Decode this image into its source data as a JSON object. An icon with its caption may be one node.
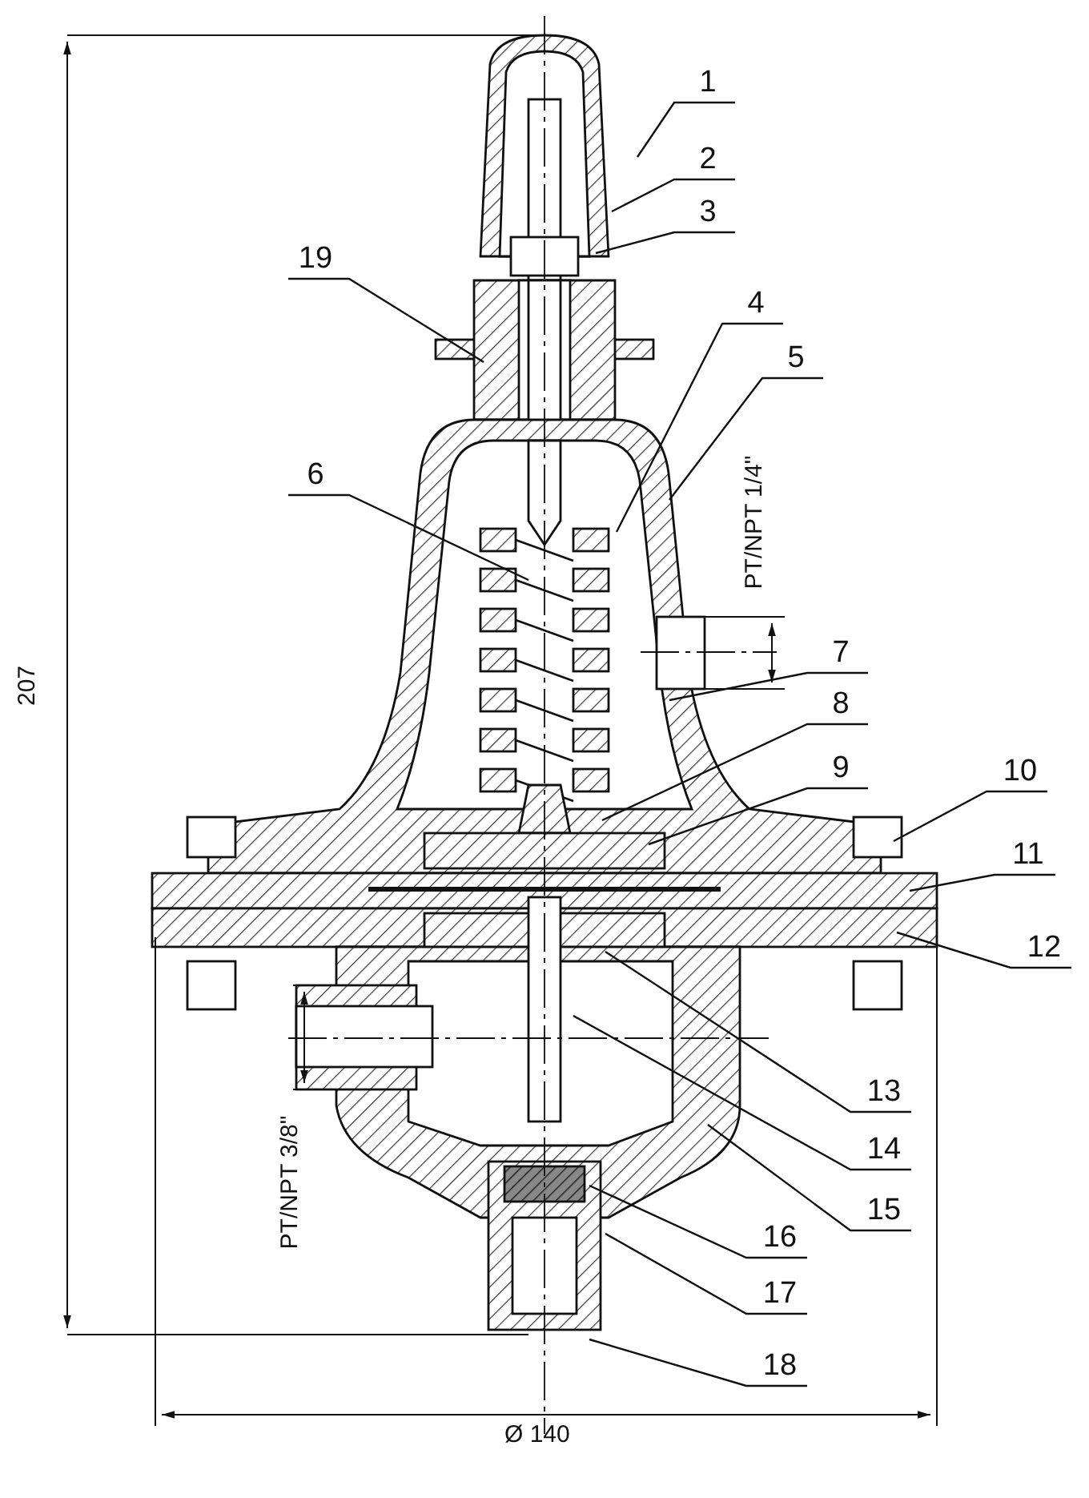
{
  "diagram": {
    "nodes": [
      {
        "text": [
          "1"
        ]
      },
      {
        "text": [
          "2"
        ]
      },
      {
        "text": [
          "3"
        ]
      },
      {
        "text": [
          "19"
        ]
      },
      {
        "text": [
          "4"
        ]
      },
      {
        "text": [
          "5"
        ]
      },
      {
        "text": [
          "6"
        ]
      },
      {
        "text": [
          "7"
        ]
      },
      {
        "text": [
          "8"
        ]
      },
      {
        "text": [
          "9"
        ]
      },
      {
        "text": [
          "10"
        ]
      },
      {
        "text": [
          "11"
        ]
      },
      {
        "text": [
          "12"
        ]
      },
      {
        "text": [
          "13"
        ]
      },
      {
        "text": [
          "14"
        ]
      },
      {
        "text": [
          "15"
        ]
      },
      {
        "text": [
          "16"
        ]
      },
      {
        "text": [
          "17"
        ]
      },
      {
        "text": [
          "18"
        ]
      }
    ],
    "edges": [
      {
        "from": 0,
        "to": null,
        "arrow": "none"
      },
      {
        "from": 1,
        "to": null,
        "arrow": "none"
      },
      {
        "from": 2,
        "to": null,
        "arrow": "none"
      },
      {
        "from": 3,
        "to": null,
        "arrow": "none"
      },
      {
        "from": 4,
        "to": null,
        "arrow": "none"
      },
      {
        "from": 5,
        "to": null,
        "arrow": "none"
      },
      {
        "from": 6,
        "to": null,
        "arrow": "none"
      },
      {
        "from": 7,
        "to": null,
        "arrow": "none"
      },
      {
        "from": 8,
        "to": null,
        "arrow": "none"
      },
      {
        "from": 9,
        "to": null,
        "arrow": "none"
      },
      {
        "from": 10,
        "to": null,
        "arrow": "none"
      },
      {
        "from": 11,
        "to": null,
        "arrow": "none"
      },
      {
        "from": 12,
        "to": null,
        "arrow": "none"
      },
      {
        "from": 13,
        "to": null,
        "arrow": "none"
      },
      {
        "from": 14,
        "to": null,
        "arrow": "none"
      },
      {
        "from": 15,
        "to": null,
        "arrow": "none"
      },
      {
        "from": 16,
        "to": null,
        "arrow": "none"
      },
      {
        "from": 17,
        "to": null,
        "arrow": "none"
      },
      {
        "from": 18,
        "to": null,
        "arrow": "none"
      }
    ],
    "labels": [
      "207",
      "PT/NPT 1/4\"",
      "PT/NPT 3/8\"",
      "Ø 140"
    ]
  }
}
